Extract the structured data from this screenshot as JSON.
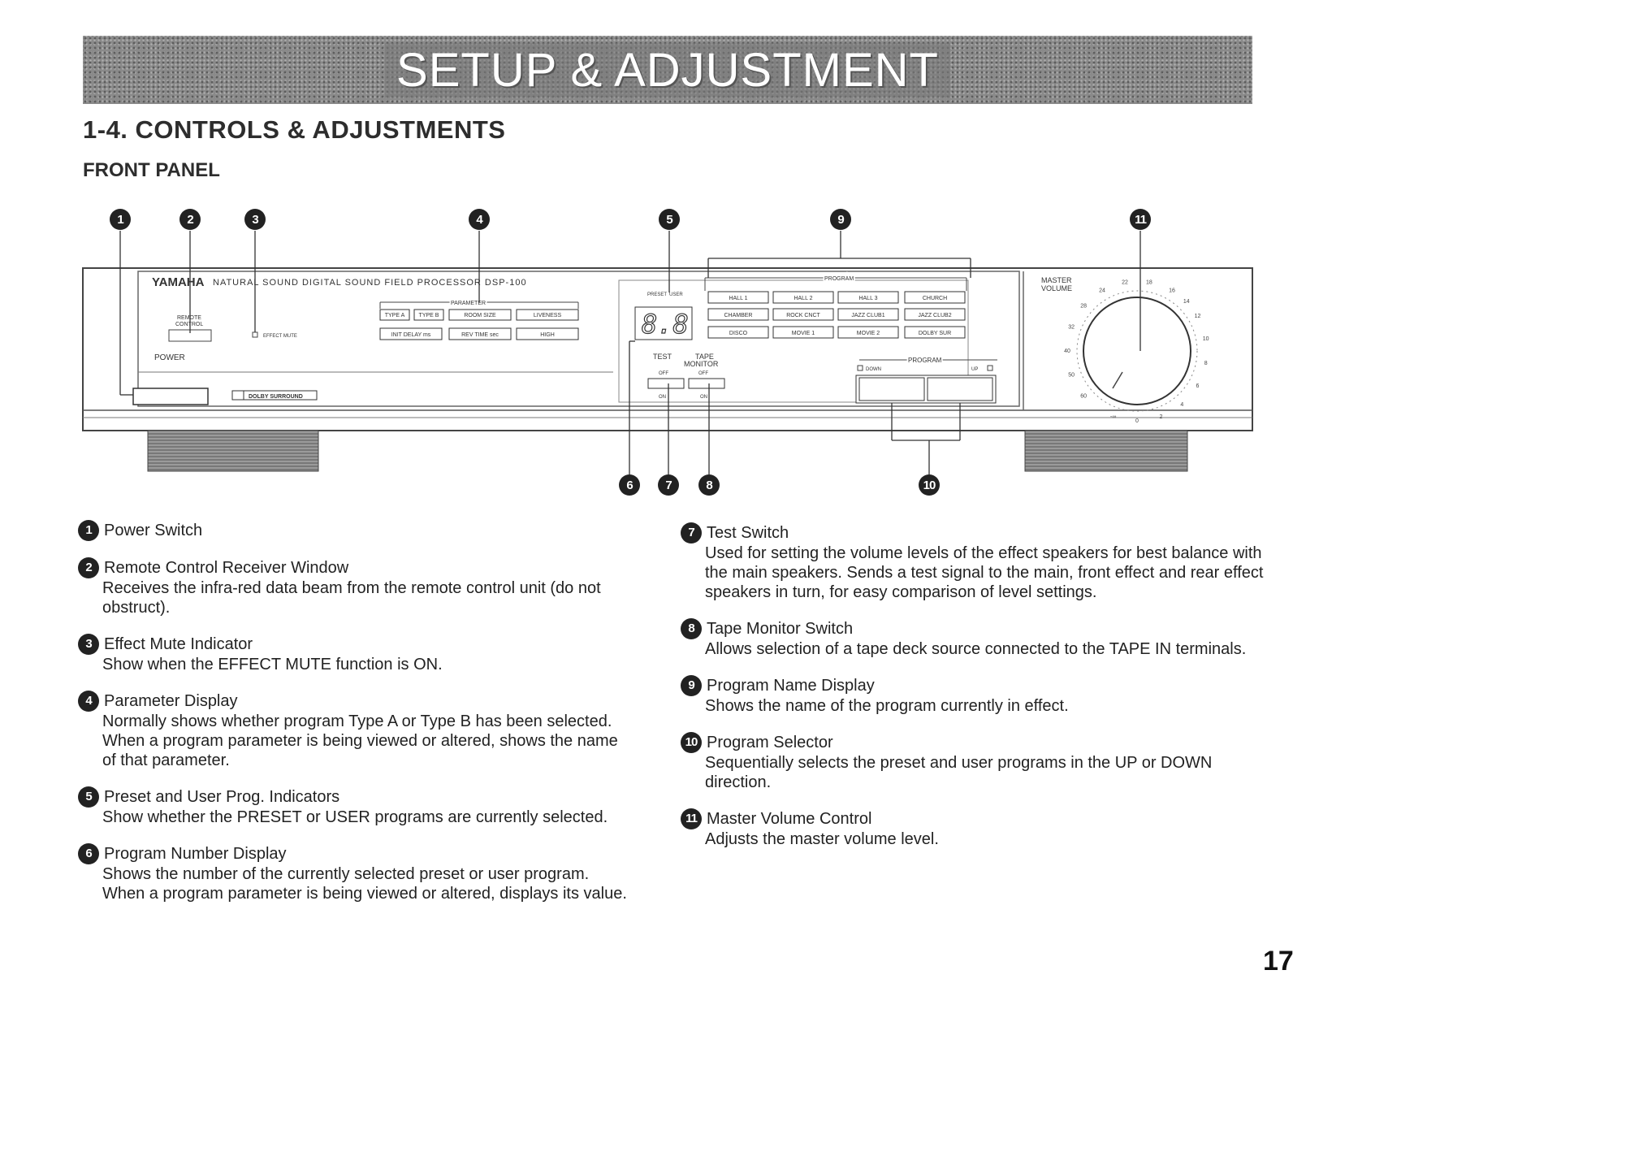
{
  "banner": {
    "title": "SETUP & ADJUSTMENT"
  },
  "section_title": "1-4. CONTROLS & ADJUSTMENTS",
  "subsection_title": "FRONT PANEL",
  "panel": {
    "brand": "YAMAHA",
    "product_line": "NATURAL SOUND  DIGITAL SOUND FIELD PROCESSOR  DSP-100",
    "remote_label_1": "REMOTE",
    "remote_label_2": "CONTROL",
    "effect_mute": "EFFECT MUTE",
    "power": "POWER",
    "dolby": "DOLBY SURROUND",
    "parameter": "PARAMETER",
    "param_buttons": [
      "TYPE A",
      "TYPE B",
      "ROOM SIZE",
      "LIVENESS",
      "INIT DELAY ms",
      "REV TIME sec",
      "HIGH"
    ],
    "preset": "PRESET",
    "user": "USER",
    "digits": "8.8",
    "program": "PROGRAM",
    "program_buttons": [
      "HALL 1",
      "HALL 2",
      "HALL 3",
      "CHURCH",
      "CHAMBER",
      "ROCK CNCT",
      "JAZZ CLUB1",
      "JAZZ CLUB2",
      "DISCO",
      "MOVIE 1",
      "MOVIE 2",
      "DOLBY SUR"
    ],
    "test": "TEST",
    "tape": "TAPE",
    "monitor": "MONITOR",
    "off_1": "OFF",
    "off_2": "OFF",
    "on_1": "ON",
    "on_2": "ON",
    "program_selector": "PROGRAM",
    "down": "DOWN",
    "up": "UP",
    "master_1": "MASTER",
    "master_2": "VOLUME",
    "vol_ticks": [
      "22",
      "18",
      "16",
      "14",
      "24",
      "12",
      "28",
      "10",
      "32",
      "8",
      "40",
      "6",
      "50",
      "4",
      "60",
      "2",
      "-∞",
      "0"
    ]
  },
  "callouts": {
    "c1": "1",
    "c2": "2",
    "c3": "3",
    "c4": "4",
    "c5": "5",
    "c9": "9",
    "c11": "11",
    "c6": "6",
    "c7": "7",
    "c8": "8",
    "c10": "10"
  },
  "descriptions_left": [
    {
      "num": "1",
      "title": "Power Switch",
      "body": ""
    },
    {
      "num": "2",
      "title": "Remote Control Receiver Window",
      "body": "Receives the infra-red data beam from the remote control unit (do not obstruct)."
    },
    {
      "num": "3",
      "title": "Effect Mute Indicator",
      "body": "Show when the EFFECT MUTE function is ON."
    },
    {
      "num": "4",
      "title": "Parameter Display",
      "body": "Normally shows whether program Type A or Type B has been selected. When a program parameter is being viewed or altered, shows the name of that parameter."
    },
    {
      "num": "5",
      "title": "Preset and User Prog. Indicators",
      "body": "Show whether the PRESET or USER programs are currently selected."
    },
    {
      "num": "6",
      "title": "Program Number Display",
      "body": "Shows the number of the currently selected preset or user program. When a program parameter is being viewed or altered, displays its value."
    }
  ],
  "descriptions_right": [
    {
      "num": "7",
      "title": "Test Switch",
      "body": "Used for setting the volume levels of the effect speakers for best balance with the main speakers. Sends a test signal to the main, front effect and rear effect speakers in turn, for easy comparison of level settings."
    },
    {
      "num": "8",
      "title": "Tape Monitor Switch",
      "body": "Allows selection of a tape deck source connected to the TAPE IN terminals."
    },
    {
      "num": "9",
      "title": "Program Name Display",
      "body": "Shows the name of the program currently in effect."
    },
    {
      "num": "10",
      "title": "Program Selector",
      "body": "Sequentially selects the preset and user programs in the UP or DOWN direction."
    },
    {
      "num": "11",
      "title": "Master Volume Control",
      "body": "Adjusts the master volume level."
    }
  ],
  "page_number": "17"
}
